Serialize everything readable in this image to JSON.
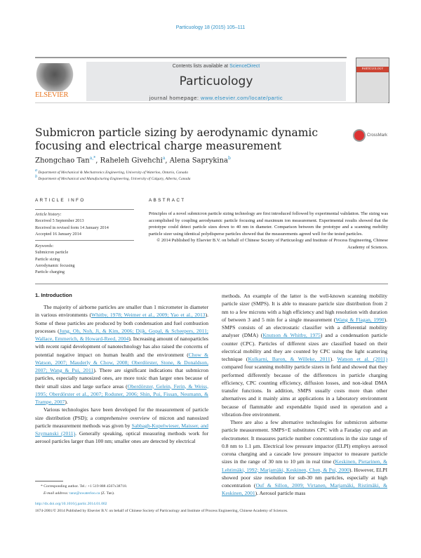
{
  "header": {
    "citation": "Particuology 18 (2015) 105–111",
    "contents_prefix": "Contents lists available at ",
    "contents_link": "ScienceDirect",
    "journal": "Particuology",
    "homepage_prefix": "journal homepage: ",
    "homepage_link": "www.elsevier.com/locate/partic",
    "publisher_logo": "ELSEVIER",
    "cover_text": "PARTICUOLOGY"
  },
  "article": {
    "title": "Submicron particle sizing by aerodynamic dynamic focusing and electrical charge measurement",
    "crossmark": "CrossMark",
    "authors": [
      {
        "name": "Zhongchao Tan",
        "sup": "a,*"
      },
      {
        "name": "Raheleh Givehchi",
        "sup": "a"
      },
      {
        "name": "Alena Saprykina",
        "sup": "b"
      }
    ],
    "affiliations": [
      {
        "sup": "a",
        "text": "Department of Mechanical & Mechatronics Engineering, University of Waterloo, Ontario, Canada"
      },
      {
        "sup": "b",
        "text": "Department of Mechanical and Manufacturing Engineering, University of Calgary, Alberta, Canada"
      }
    ]
  },
  "info": {
    "heading": "ARTICLE INFO",
    "history_label": "Article history:",
    "history": [
      "Received 5 September 2013",
      "Received in revised form 14 January 2014",
      "Accepted 16 January 2014"
    ],
    "keywords_label": "Keywords:",
    "keywords": [
      "Submicron particle",
      "Particle sizing",
      "Aerodynamic focusing",
      "Particle charging"
    ]
  },
  "abstract": {
    "heading": "ABSTRACT",
    "text": "Principles of a novel submicron particle sizing technology are first introduced followed by experimental validation. The sizing was accomplished by coupling aerodynamic particle focusing and maximum ion measurement. Experimental results showed that the prototype could detect particle sizes down to 40 nm in diameter. Comparison between the prototype and a scanning mobility particle sizer using identical polydisperse particles showed that the measurements agreed well for the tested particles.",
    "copyright": "© 2014 Published by Elsevier B.V. on behalf of Chinese Society of Particuology and Institute of Process Engineering, Chinese Academy of Sciences."
  },
  "intro": {
    "heading": "1.  Introduction",
    "left": [
      [
        {
          "t": "The majority of airborne particles are smaller than 1 micrometer in diameter in various environments ("
        },
        {
          "t": "Whitby, 1978; Weimer et al., 2009; Yao et al., 2013",
          "l": 1
        },
        {
          "t": "). Some of these particles are produced by both condensation and fuel combustion processes ("
        },
        {
          "t": "Jung, Oh, Noh, Ji, & Kim, 2006; Dijk, Gopal, & Scheepers, 2011; Wallace, Emmerich, & Howard-Reed, 2004",
          "l": 1
        },
        {
          "t": "). Increasing amount of nanoparticles with recent rapid development of nanotechnology has also raised the concerns of potential negative impact on human health and the environment ("
        },
        {
          "t": "Chow & Watson, 2007; Mauderly & Chow, 2008; Oberdörster, Stone, & Donaldson, 2007; Wang & Pui, 2011",
          "l": 1
        },
        {
          "t": "). There are significant indications that submicron particles, especially nanosized ones, are more toxic than larger ones because of their small sizes and large surface areas ("
        },
        {
          "t": "Oberdörster, Gelein, Ferin, & Weiss, 1995; Oberdörster et al., 2007; Roduner, 2006; Shin, Pui, Fissan, Neumann, & Trampe, 2007",
          "l": 1
        },
        {
          "t": ")."
        }
      ],
      [
        {
          "t": "Various technologies have been developed for the measurement of particle size distribution (PSD); a comprehensive overview of micron and nanosized particle measurement methods was given by "
        },
        {
          "t": "Sabbagh-Kupelwieser, Maisser, and Szymanski (2011)",
          "l": 1
        },
        {
          "t": ". Generally speaking, optical measuring methods work for aerosol particles larger than 100 nm; smaller ones are detected by electrical"
        }
      ]
    ],
    "right": [
      [
        {
          "t": "methods. An example of the latter is the well-known scanning mobility particle sizer (SMPS). It is able to measure particle size distribution from 2 nm to a few microns with a high efficiency and high resolution with duration of between 3 and 5 min for a single measurement ("
        },
        {
          "t": "Wang & Flagan, 1990",
          "l": 1
        },
        {
          "t": "). SMPS consists of an electrostatic classifier with a differential mobility analyser (DMA) ("
        },
        {
          "t": "Knutson & Whitby, 1975",
          "l": 1
        },
        {
          "t": ") and a condensation particle counter (CPC). Particles of different sizes are classified based on their electrical mobility and they are counted by CPC using the light scattering technique ("
        },
        {
          "t": "Kulkarni, Baron, & Willeke, 2011",
          "l": 1
        },
        {
          "t": "). "
        },
        {
          "t": "Watson et al. (2011)",
          "l": 1
        },
        {
          "t": " compared four scanning mobility particle sizers in field and showed that they performed differently because of the differences in particle charging efficiency, CPC counting efficiency, diffusion losses, and non-ideal DMA transfer functions. In addition, SMPS usually costs more than other alternatives and it mainly aims at applications in a laboratory environment because of flammable and expendable liquid used in operation and a vibration-free environment."
        }
      ],
      [
        {
          "t": "There are also a few alternative technologies for submicron airborne particle measurement. SMPS+E substitutes CPC with a Faraday cup and an electrometer. It measures particle number concentrations in the size range of 0.8 nm to 1.1 μm. Electrical low pressure impactor (ELPI) employs aerosol corona charging and a cascade low pressure impactor to measure particle sizes in the range of 30 nm to 10 μm in real time ("
        },
        {
          "t": "Keskinen, Pietarinen, & Lehtimäki, 1992; Marjamäki, Keskinen, Chen, & Pui, 2000",
          "l": 1
        },
        {
          "t": "). However, ELPI showed poor size resolution for sub-30 nm particles, especially at high concentration ("
        },
        {
          "t": "Ouf & Sillon, 2009; Virtanen, Marjamäki, Ristimäki, & Keskinen, 2001",
          "l": 1
        },
        {
          "t": "). Aerosol particle mass"
        }
      ]
    ]
  },
  "footnotes": {
    "corresponding": "* Corresponding author. Tel.: +1 519 888 4567x38718.",
    "email_label": "E-mail address: ",
    "email": "tanz@uwaterloo.ca",
    "email_suffix": " (Z. Tan).",
    "doi": "http://dx.doi.org/10.1016/j.partic.2014.01.002",
    "copyright": "1674-2001/© 2014 Published by Elsevier B.V. on behalf of Chinese Society of Particuology and Institute of Process Engineering, Chinese Academy of Sciences."
  },
  "colors": {
    "link": "#2a8ec4",
    "elsevier_orange": "#e87722",
    "header_band": "#e7e8ea"
  }
}
